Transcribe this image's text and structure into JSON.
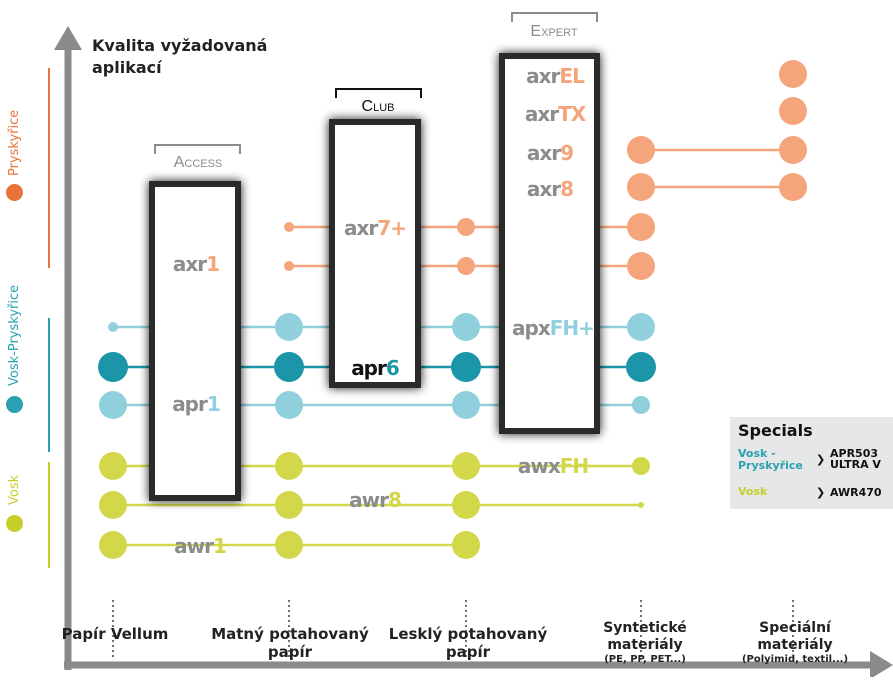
{
  "y_axis_title_line1": "Kvalita vyžadovaná",
  "y_axis_title_line2": "aplikací",
  "categories": [
    {
      "label": "Pryskyřice",
      "color": "#e8743b"
    },
    {
      "label": "Vosk-Pryskyřice",
      "color": "#2aa0b0"
    },
    {
      "label": "Vosk",
      "color": "#c7cf2a"
    }
  ],
  "ranges": [
    "Access",
    "Club",
    "Expert"
  ],
  "products": {
    "axr1": {
      "pre": "axr",
      "suf": "1"
    },
    "apr1": {
      "pre": "apr",
      "suf": "1"
    },
    "awr1": {
      "pre": "awr",
      "suf": "1"
    },
    "axr7": {
      "pre": "axr",
      "suf": "7+"
    },
    "apr6": {
      "pre": "apr",
      "suf": "6"
    },
    "awr8": {
      "pre": "awr",
      "suf": "8"
    },
    "axrel": {
      "pre": "axr",
      "suf": "el"
    },
    "axrtx": {
      "pre": "axr",
      "suf": "tx"
    },
    "axr9": {
      "pre": "axr",
      "suf": "9"
    },
    "axr8": {
      "pre": "axr",
      "suf": "8"
    },
    "apxfh": {
      "pre": "apx",
      "suf": "fh+"
    },
    "awxfh": {
      "pre": "awx",
      "suf": "fh"
    }
  },
  "x_labels": [
    {
      "line1": "Papír Vellum",
      "line2": "",
      "sub": ""
    },
    {
      "line1": "Matný potahovaný",
      "line2": "papír",
      "sub": ""
    },
    {
      "line1": "Lesklý potahovaný",
      "line2": "papír",
      "sub": ""
    },
    {
      "line1": "Syntetické",
      "line2": "materiály",
      "sub": "(PE, PP, PET...)"
    },
    {
      "line1": "Speciální",
      "line2": "materiály",
      "sub": "(Polyimid, textil...)"
    }
  ],
  "specials": {
    "title": "Specials",
    "rows": [
      {
        "category": "Vosk - Pryskyřice",
        "value": "APR503 ULTRA V"
      },
      {
        "category": "Vosk",
        "value": "AWR470"
      }
    ]
  },
  "colors": {
    "resin": "#f4a57c",
    "wax_resin_light": "#8fd0dc",
    "wax_resin_dark": "#1b96a8",
    "wax": "#d3d84a",
    "axis": "#8a8a8a",
    "grey_text": "#8c8c8c"
  }
}
